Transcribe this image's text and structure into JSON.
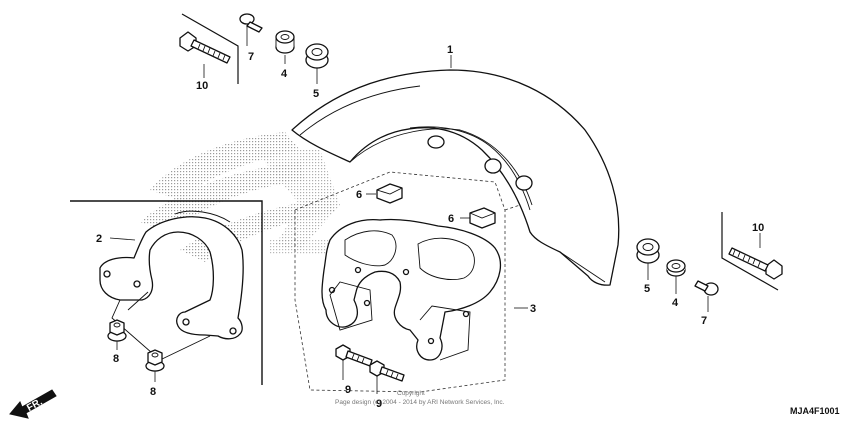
{
  "diagram": {
    "parts": [
      {
        "id": "p1",
        "number": "1"
      },
      {
        "id": "p2",
        "number": "2"
      },
      {
        "id": "p3",
        "number": "3"
      },
      {
        "id": "p4a",
        "number": "4"
      },
      {
        "id": "p4b",
        "number": "4"
      },
      {
        "id": "p5a",
        "number": "5"
      },
      {
        "id": "p5b",
        "number": "5"
      },
      {
        "id": "p6a",
        "number": "6"
      },
      {
        "id": "p6b",
        "number": "6"
      },
      {
        "id": "p7a",
        "number": "7"
      },
      {
        "id": "p7b",
        "number": "7"
      },
      {
        "id": "p8a",
        "number": "8"
      },
      {
        "id": "p8b",
        "number": "8"
      },
      {
        "id": "p9a",
        "number": "9"
      },
      {
        "id": "p9b",
        "number": "9"
      },
      {
        "id": "p10a",
        "number": "10"
      },
      {
        "id": "p10b",
        "number": "10"
      }
    ],
    "direction_label": "FR.",
    "copyright_line1": "Copyright",
    "copyright_line2": "Page design (c) 2004 - 2014 by ARI Network Services, Inc.",
    "diagram_code": "MJA4F1001",
    "colors": {
      "line": "#111111",
      "background": "#ffffff",
      "watermark": "#9a9a9a"
    }
  }
}
